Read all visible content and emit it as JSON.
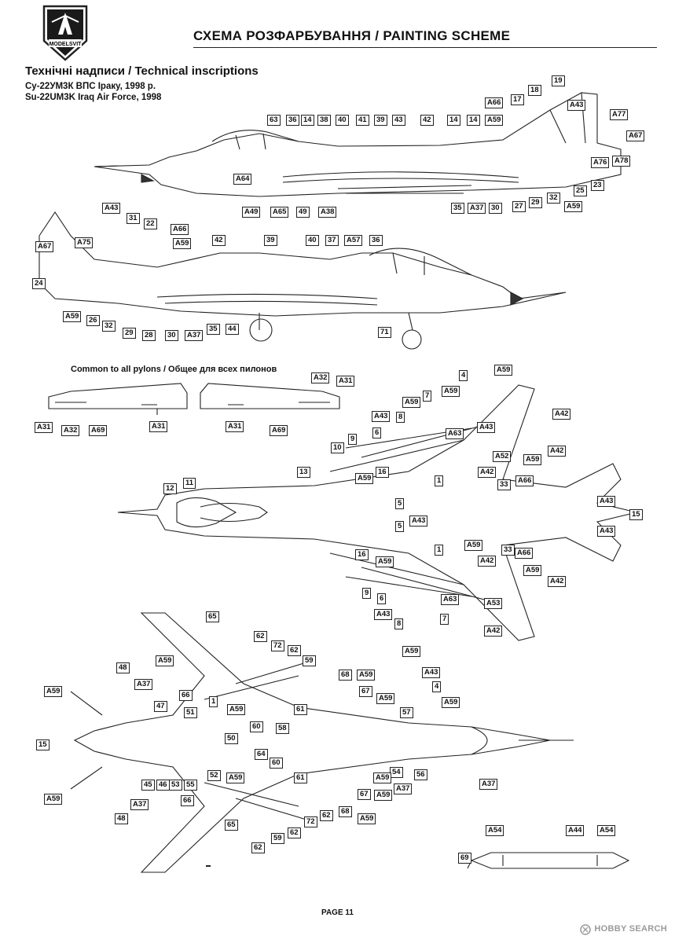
{
  "header": {
    "title": "СХЕМА РОЗФАРБУВАННЯ  / PAINTING  SCHEME",
    "logo_text": "MODELSVIT"
  },
  "section": {
    "title": "Технічні надписи / Technical inscriptions",
    "subtitle_ua": "Су-22УМ3К ВПС Іраку, 1998 р.",
    "subtitle_en": "Su-22UM3K Iraq Air Force, 1998"
  },
  "pylons": {
    "title": "Common to all pylons / Общее для всех пилонов"
  },
  "callouts": {
    "side_right": [
      "63",
      "36",
      "14",
      "38",
      "40",
      "41",
      "39",
      "43",
      "42",
      "14",
      "14",
      "A59",
      "A66",
      "17",
      "18",
      "19",
      "A43",
      "A77",
      "A67",
      "A76",
      "A78",
      "23",
      "25",
      "32",
      "29",
      "27",
      "A59",
      "30",
      "A37",
      "35",
      "A64",
      "A49",
      "A65",
      "49",
      "A38"
    ],
    "side_left": [
      "A43",
      "31",
      "22",
      "A66",
      "A75",
      "A67",
      "A59",
      "42",
      "39",
      "40",
      "37",
      "A57",
      "36",
      "24",
      "A59",
      "26",
      "32",
      "29",
      "28",
      "30",
      "A37",
      "35",
      "44",
      "71"
    ],
    "pylon_labels": [
      "A32",
      "A31",
      "A31",
      "A32",
      "A69",
      "A31",
      "A31",
      "A69"
    ],
    "top_view": [
      "4",
      "A59",
      "7",
      "A59",
      "A42",
      "A43",
      "8",
      "A63",
      "A43",
      "A59",
      "9",
      "6",
      "A52",
      "10",
      "A59",
      "A42",
      "1",
      "A42",
      "13",
      "16",
      "A59",
      "A66",
      "33",
      "A43",
      "11",
      "12",
      "5",
      "15",
      "5",
      "A43",
      "A43",
      "A59",
      "16",
      "1",
      "A42",
      "A59",
      "33",
      "A66",
      "A59",
      "A42",
      "9",
      "6",
      "A63",
      "A53",
      "A43",
      "8",
      "7",
      "A42",
      "A59",
      "A43",
      "4",
      "A59"
    ],
    "bottom_view": [
      "65",
      "62",
      "72",
      "62",
      "A59",
      "59",
      "48",
      "A59",
      "A37",
      "68",
      "A59",
      "66",
      "1",
      "67",
      "A59",
      "47",
      "51",
      "A59",
      "61",
      "57",
      "60",
      "58",
      "15",
      "50",
      "64",
      "54",
      "A59",
      "45",
      "46",
      "53",
      "55",
      "52",
      "A59",
      "60",
      "A37",
      "61",
      "56",
      "A37",
      "66",
      "A59",
      "A37",
      "67",
      "A59",
      "48",
      "72",
      "62",
      "68",
      "A59",
      "59",
      "62",
      "62",
      "65"
    ],
    "pod": [
      "A54",
      "A44",
      "A54",
      "69"
    ]
  },
  "footer": {
    "page": "PAGE 11",
    "watermark": "HOBBY SEARCH"
  }
}
